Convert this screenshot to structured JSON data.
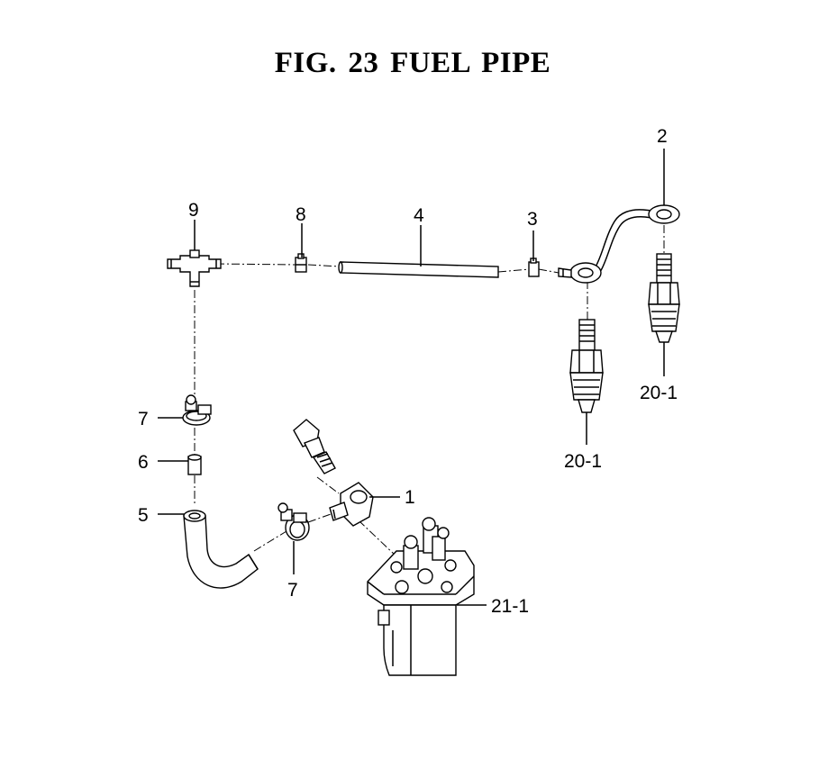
{
  "title": "FIG. 23  FUEL PIPE",
  "callouts": {
    "c1": "1",
    "c2": "2",
    "c3": "3",
    "c4": "4",
    "c5": "5",
    "c6": "6",
    "c7a": "7",
    "c7b": "7",
    "c8": "8",
    "c9": "9",
    "c20a": "20-1",
    "c20b": "20-1",
    "c21": "21-1"
  }
}
